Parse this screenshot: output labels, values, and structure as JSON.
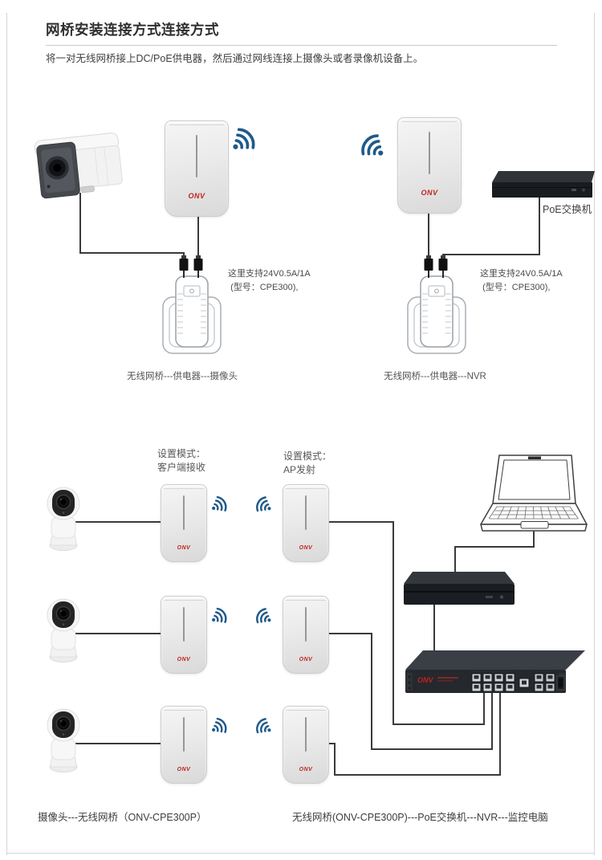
{
  "page": {
    "title": "网桥安装连接方式连接方式",
    "subtitle": "将一对无线网桥接上DC/PoE供电器，然后通过网线连接上摄像头或者录像机设备上。"
  },
  "brand": {
    "logo": "ONV"
  },
  "colors": {
    "wifi_blue": "#1f5a8a",
    "brand_red": "#c0231f",
    "wire_dark": "#3a3a3a",
    "device_dark": "#25282d"
  },
  "top_section": {
    "left_note": "这里支持24V0.5A/1A\n (型号：CPE300),",
    "right_note": "这里支持24V0.5A/1A\n (型号：CPE300),",
    "poe_switch_label": "PoE交换机",
    "left_caption": "无线网桥---供电器---摄像头",
    "right_caption": "无线网桥---供电器---NVR"
  },
  "bottom_section": {
    "mode_left": "设置模式：\n客户端接收",
    "mode_right": "设置模式：\nAP发射",
    "left_caption": "摄像头---无线网桥（ONV-CPE300P）",
    "right_caption": "无线网桥(ONV-CPE300P)---PoE交换机---NVR---监控电脑"
  }
}
